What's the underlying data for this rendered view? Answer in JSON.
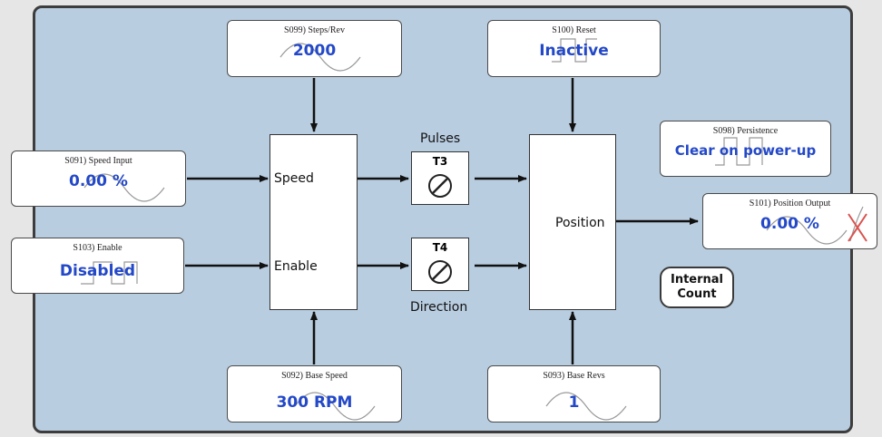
{
  "params": {
    "steps_rev": {
      "label": "S099) Steps/Rev",
      "value": "2000"
    },
    "reset": {
      "label": "S100) Reset",
      "value": "Inactive"
    },
    "persistence": {
      "label": "S098) Persistence",
      "value": "Clear on power-up"
    },
    "speed_input": {
      "label": "S091) Speed Input",
      "value": "0.00 %"
    },
    "enable": {
      "label": "S103) Enable",
      "value": "Disabled"
    },
    "position_output": {
      "label": "S101) Position Output",
      "value": "0.00 %"
    },
    "base_speed": {
      "label": "S092) Base Speed",
      "value": "300 RPM"
    },
    "base_revs": {
      "label": "S093) Base Revs",
      "value": "1"
    }
  },
  "blocks": {
    "speed_label": "Speed",
    "enable_label": "Enable",
    "position_label": "Position"
  },
  "terminals": {
    "t3": "T3",
    "t4": "T4",
    "pulses_caption": "Pulses",
    "direction_caption": "Direction"
  },
  "internal_count": {
    "line1": "Internal",
    "line2": "Count"
  },
  "colors": {
    "panel": "#b9cde0",
    "value_text": "#2348c8",
    "wire": "#111111"
  }
}
